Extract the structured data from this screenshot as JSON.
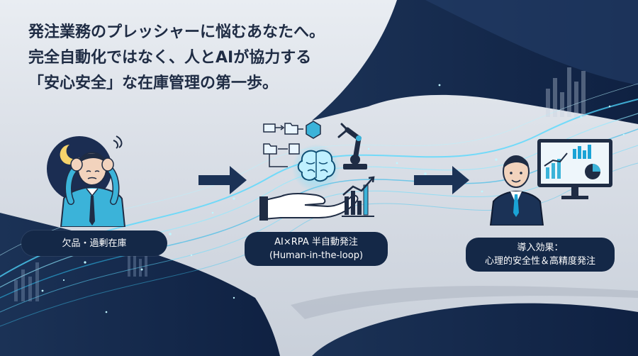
{
  "headline": {
    "line1": "発注業務のプレッシャーに悩むあなたへ。",
    "line2": "完全自動化ではなく、人とAIが協力する",
    "line3": "「安心安全」な在庫管理の第一歩。"
  },
  "stages": [
    {
      "label": "欠品・過剰在庫"
    },
    {
      "label_line1": "AI×RPA 半自動発注",
      "label_line2": "(Human-in-the-loop)"
    },
    {
      "label_line1": "導入効果：",
      "label_line2": "心理的安全性＆高精度発注"
    }
  ],
  "colors": {
    "navy": "#142847",
    "accent": "#1aa3d6",
    "cyan_glow": "#4fd8ff",
    "shirt": "#3bb3d9"
  },
  "icons": [
    "moon-icon",
    "worried-person-icon",
    "flowchart-icon",
    "brain-icon",
    "robot-arm-icon",
    "hand-icon",
    "bar-chart-icon",
    "businessman-icon",
    "monitor-chart-icon",
    "arrow-right-icon"
  ]
}
